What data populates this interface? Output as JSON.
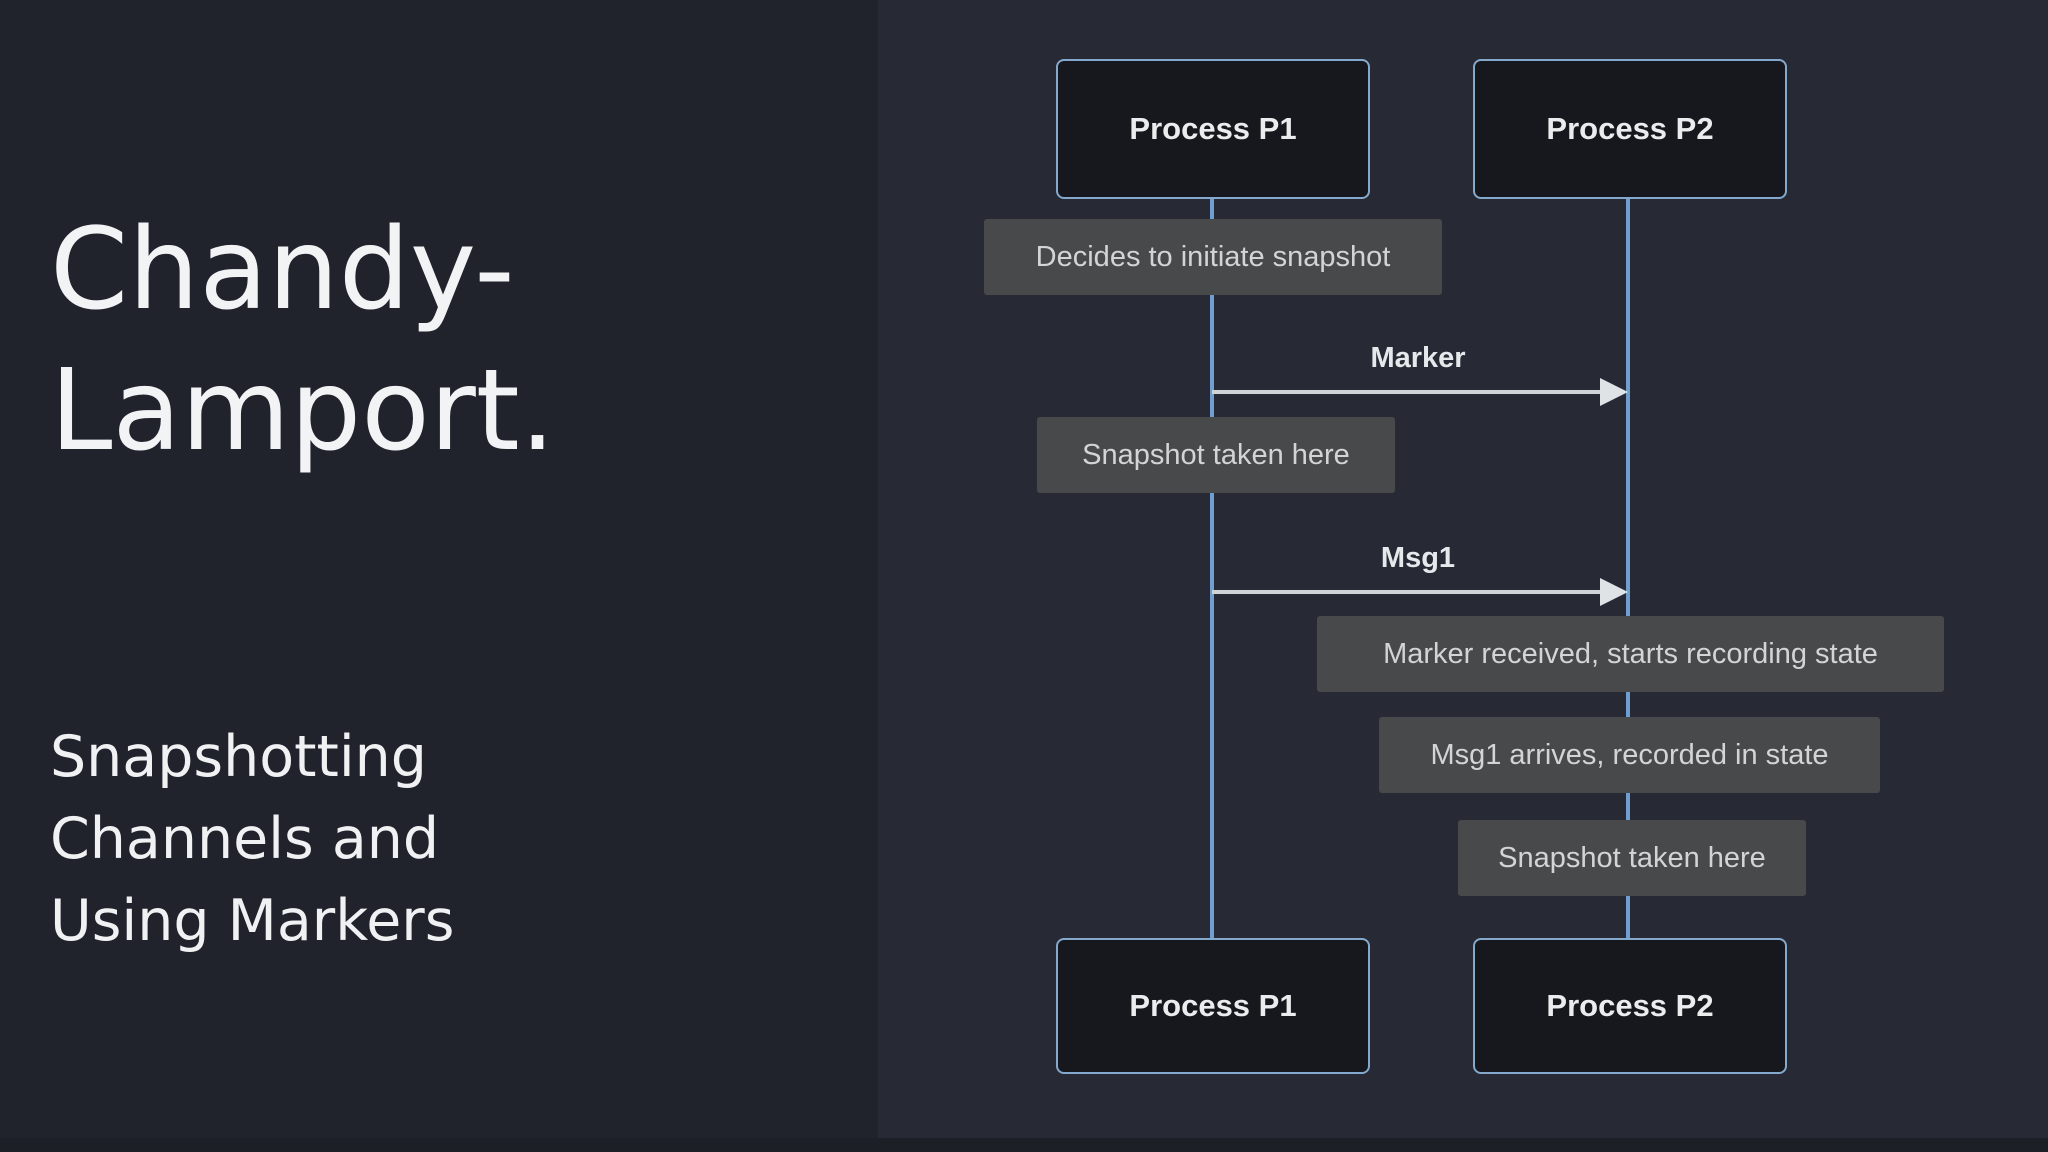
{
  "slide": {
    "title_lines": [
      "Chandy-",
      "Lamport."
    ],
    "subtitle_lines": [
      "Snapshotting",
      "Channels and",
      "Using Markers"
    ]
  },
  "diagram": {
    "actors_top": [
      {
        "label": "Process P1"
      },
      {
        "label": "Process P2"
      }
    ],
    "actors_bottom": [
      {
        "label": "Process P1"
      },
      {
        "label": "Process P2"
      }
    ],
    "messages": [
      {
        "label": "Marker",
        "from": "Process P1",
        "to": "Process P2"
      },
      {
        "label": "Msg1",
        "from": "Process P1",
        "to": "Process P2"
      }
    ],
    "notes": [
      {
        "text": "Decides to initiate snapshot",
        "over": "Process P1"
      },
      {
        "text": "Snapshot taken here",
        "over": "Process P1"
      },
      {
        "text": "Marker received, starts recording state",
        "over": "Process P2"
      },
      {
        "text": "Msg1 arrives, recorded in state",
        "over": "Process P2"
      },
      {
        "text": "Snapshot taken here",
        "over": "Process P2"
      }
    ],
    "colors": {
      "left_panel_bg": "#20222c",
      "right_panel_bg": "#272a35",
      "actor_box_bg": "#17181d",
      "actor_box_border": "#84a9cc",
      "lifeline": "#6f9fd0",
      "note_bg": "#47494b",
      "note_text": "#d2d4d5",
      "arrow": "#cfd4d8",
      "title_text": "#f2f3f5"
    }
  }
}
